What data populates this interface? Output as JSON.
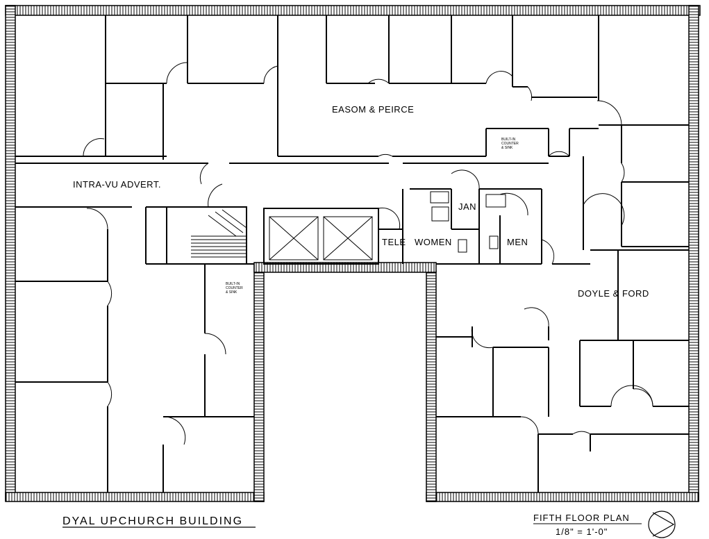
{
  "rooms": {
    "easom": "EASOM & PEIRCE",
    "intra": "INTRA-VU ADVERT.",
    "jan": "JAN",
    "tele": "TELE",
    "women": "WOMEN",
    "men": "MEN",
    "doyle": "DOYLE & FORD"
  },
  "notes": {
    "counter_top": [
      "BUILT-IN",
      "COUNTER",
      "& SINK"
    ],
    "counter_mid": [
      "BUILT-IN",
      "COUNTER",
      "& SINK"
    ]
  },
  "footer": {
    "building": "DYAL UPCHURCH BUILDING",
    "plan": "FIFTH FLOOR PLAN",
    "scale": "1/8\" = 1'-0\""
  },
  "icons": [
    "north-arrow-icon",
    "elevator-icon",
    "stair-icon",
    "door-swing-icon"
  ]
}
